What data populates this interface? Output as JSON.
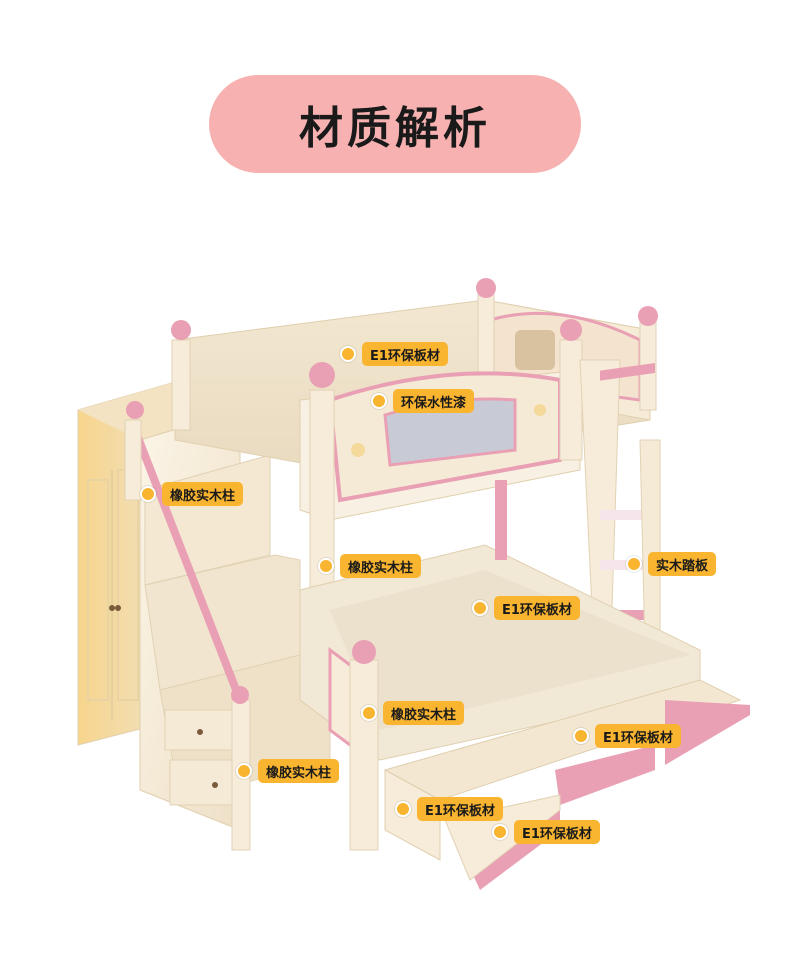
{
  "title": "材质解析",
  "colors": {
    "title_pill": "#f7b1b0",
    "callout_bg": "#f9b430",
    "callout_dot": "#f9b430",
    "bed_cream": "#f6ecd9",
    "bed_pink": "#e9a0b4",
    "bed_shadow": "#e3d4bb"
  },
  "callouts": [
    {
      "label": "E1环保板材"
    },
    {
      "label": "环保水性漆"
    },
    {
      "label": "橡胶实木柱"
    },
    {
      "label": "橡胶实木柱"
    },
    {
      "label": "实木踏板"
    },
    {
      "label": "E1环保板材"
    },
    {
      "label": "橡胶实木柱"
    },
    {
      "label": "E1环保板材"
    },
    {
      "label": "橡胶实木柱"
    },
    {
      "label": "E1环保板材"
    },
    {
      "label": "E1环保板材"
    }
  ]
}
